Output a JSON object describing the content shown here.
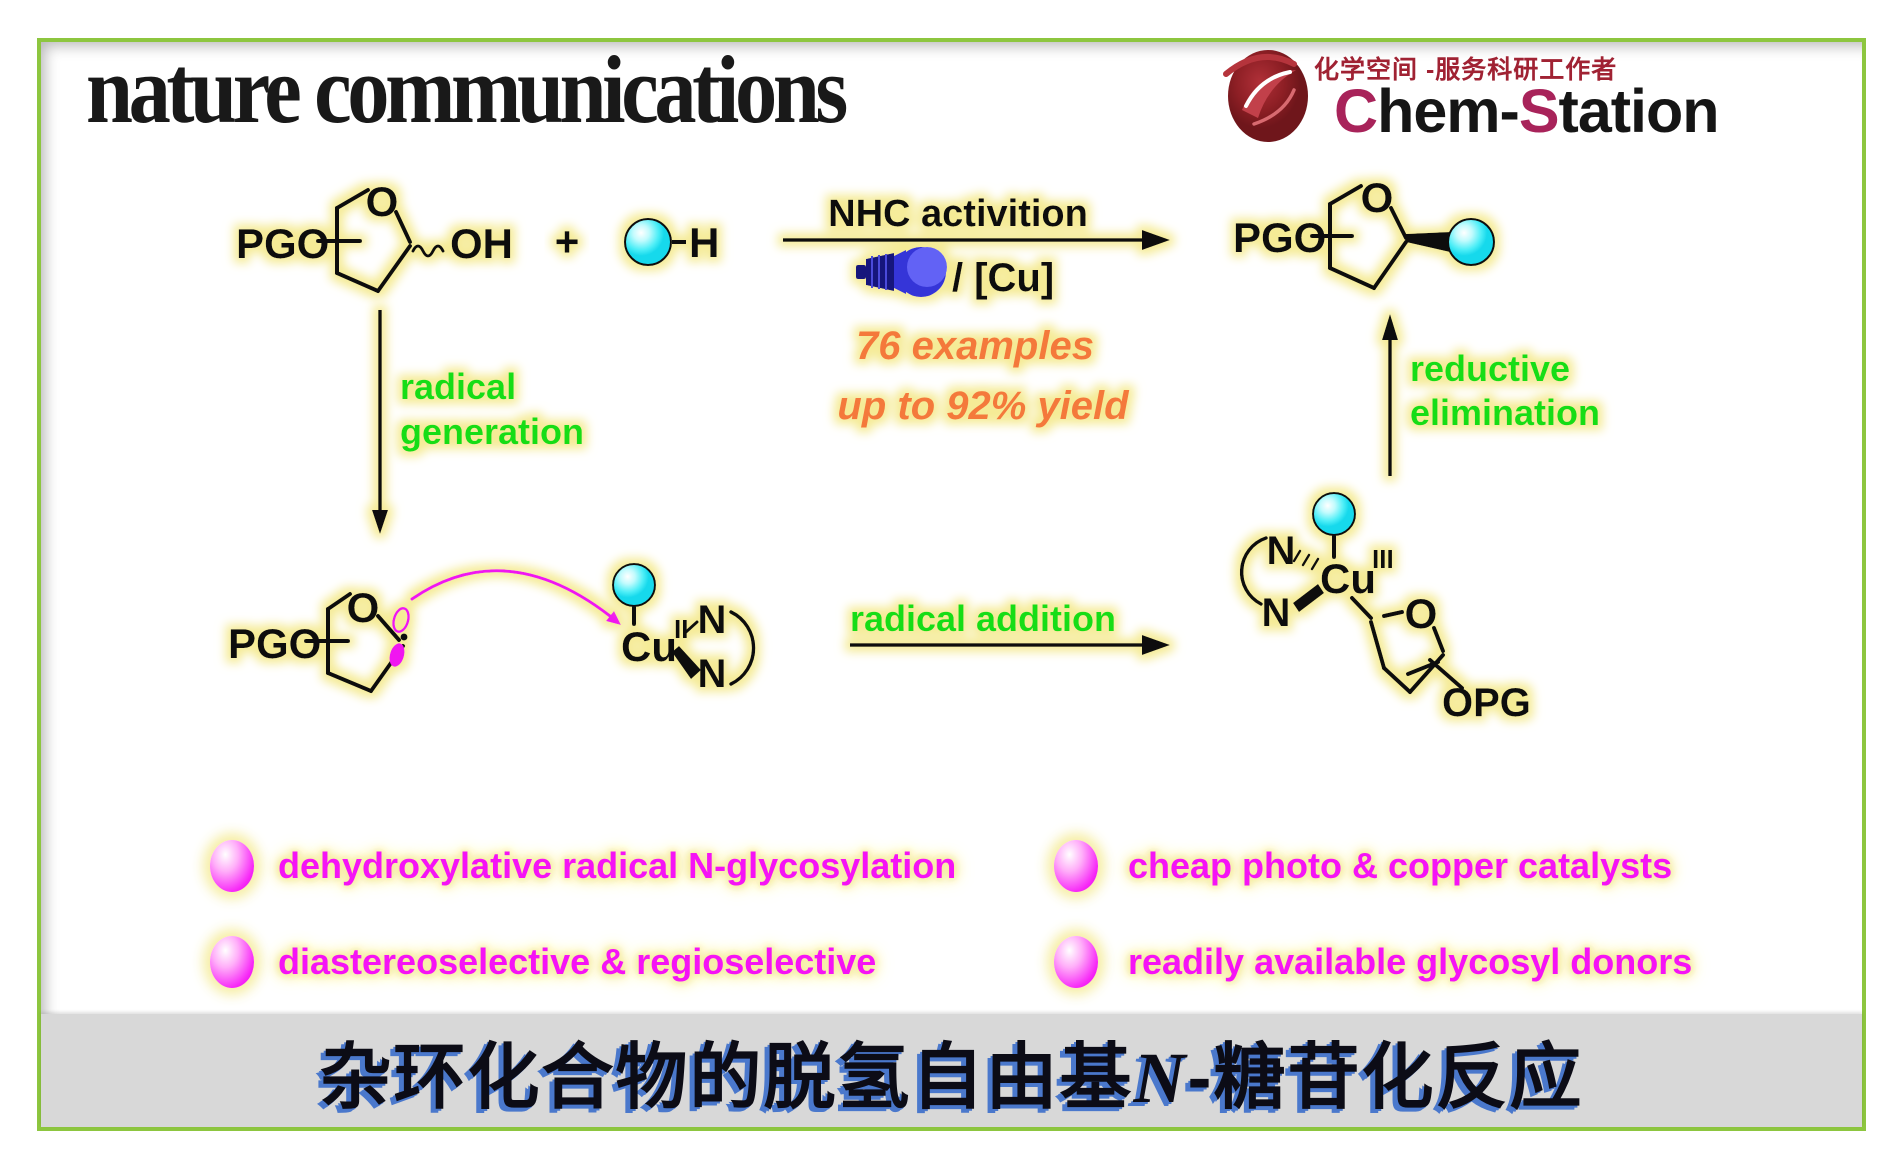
{
  "header": {
    "journal_logo": "nature communications",
    "chemstation": {
      "tagline": "化学空间 -服务科研工作者",
      "name_c": "C",
      "name_hem": "hem-",
      "name_s": "S",
      "name_tation": "tation"
    }
  },
  "scheme": {
    "atoms": {
      "pgo": "PGO",
      "o": "O",
      "oh": "OH",
      "h": "H",
      "n": "N",
      "cu": "Cu",
      "ox_ii": "II",
      "ox_iii": "III",
      "opg": "OPG",
      "plus": "+"
    },
    "main_arrow": {
      "label_top": "NHC activition",
      "label_bottom": "/ [Cu]"
    },
    "stats": {
      "examples": "76 examples",
      "yield": "up to 92% yield"
    },
    "steps": {
      "radical_generation_1": "radical",
      "radical_generation_2": "generation",
      "radical_addition": "radical addition",
      "reductive_elimination_1": "reductive",
      "reductive_elimination_2": "elimination"
    }
  },
  "bullets": [
    "dehydroxylative radical N-glycosylation",
    "diastereoselective & regioselective",
    "cheap photo & copper catalysts",
    "readily available glycosyl donors"
  ],
  "footer": {
    "title_pre": "杂环化合物的脱氢自由基",
    "title_n": "N",
    "title_post": "-糖苷化反应"
  },
  "colors": {
    "border_green": "#8dc63f",
    "glow_yellow": "#f6eda0",
    "step_green": "#16dd16",
    "stat_orange": "#f4793a",
    "bullet_magenta": "#f513f5",
    "sphere_cyan": "#2ae6f2",
    "logo_crimson": "#a8235a",
    "footer_gray": "#d8d8d8",
    "footer_blue_shadow": "#4a78cc"
  }
}
